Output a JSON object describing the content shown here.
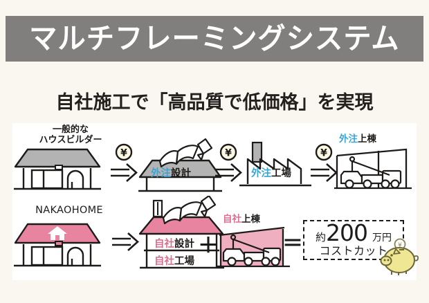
{
  "header": {
    "title": "マルチフレーミングシステム",
    "subtitle": "自社施工で「高品質で低価格」を実現",
    "banner_color": "#807f7e",
    "background_color": "#faf6f0"
  },
  "colors": {
    "accent_pink": "#d9708f",
    "accent_blue": "#3aa5d8",
    "gray_roof": "#b3b3b3",
    "ink": "#1d1b19",
    "piggy_yellow": "#efe793"
  },
  "diagram": {
    "rows": [
      {
        "id": "general-builder",
        "row_label": "一般的な\nハウスビルダー",
        "row_label_line1": "一般的な",
        "row_label_line2": "ハウスビルダー",
        "steps": [
          {
            "name": "company-house",
            "label": "",
            "icon": "house-gray-roof"
          },
          {
            "name": "cost-arrow-1",
            "label": "¥",
            "icon": "yen-arrow"
          },
          {
            "name": "design",
            "label_accent": "外注",
            "label_rest": "設計",
            "icon": "house-book-pencil-gray"
          },
          {
            "name": "cost-arrow-2",
            "label": "¥",
            "icon": "yen-arrow"
          },
          {
            "name": "factory",
            "label_accent": "外注",
            "label_rest": "工場",
            "icon": "factory-gray"
          },
          {
            "name": "cost-arrow-3",
            "label": "¥",
            "icon": "yen-arrow"
          },
          {
            "name": "framing",
            "label_accent": "外注",
            "label_rest": "上棟",
            "icon": "crane-truck-gray"
          }
        ]
      },
      {
        "id": "nakaohome",
        "row_label": "NAKAOHOME",
        "steps": [
          {
            "name": "company-house",
            "label": "",
            "icon": "house-pink-roof-logo"
          },
          {
            "name": "arrow",
            "label": "⇒",
            "icon": "arrow"
          },
          {
            "name": "design-factory",
            "label_upper_accent": "自社",
            "label_upper_rest": "設計",
            "label_lower_accent": "自社",
            "label_lower_rest": "工場",
            "icon": "two-story-pink-roof"
          },
          {
            "name": "plus",
            "label": "＋",
            "icon": "plus-sign"
          },
          {
            "name": "framing",
            "label_accent": "自社",
            "label_rest": "上棟",
            "icon": "crane-truck-pink"
          },
          {
            "name": "equals",
            "label": "＝",
            "icon": "equals-sign"
          }
        ]
      }
    ],
    "result": {
      "approx": "約",
      "amount": "200",
      "unit": "万円",
      "caption": "コストカット",
      "piggy_icon": "piggy-bank-icon"
    }
  }
}
